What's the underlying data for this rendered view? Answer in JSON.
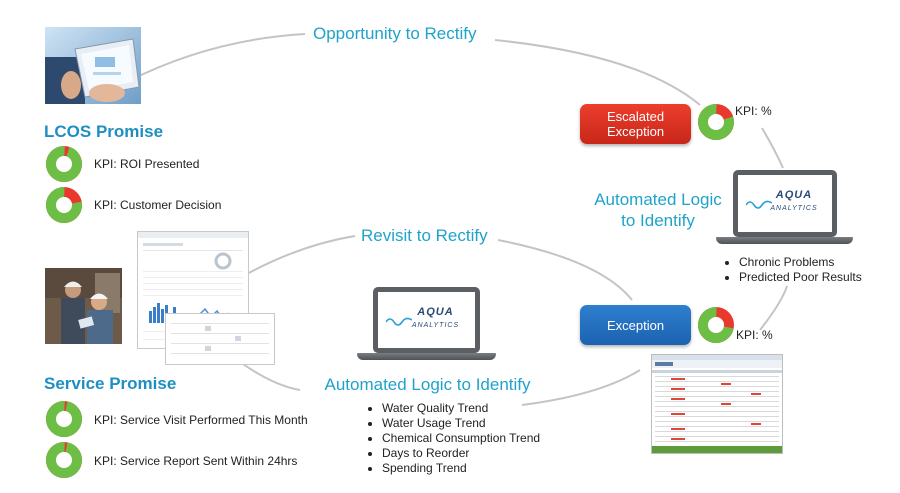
{
  "arcs": {
    "top_label": "Opportunity to Rectify",
    "middle_label": "Revisit to Rectify"
  },
  "lcos": {
    "title": "LCOS Promise",
    "kpis": [
      {
        "label": "KPI: ROI Presented",
        "fraction_green": 0.95
      },
      {
        "label": "KPI: Customer Decision",
        "fraction_green": 0.78
      }
    ]
  },
  "service": {
    "title": "Service Promise",
    "kpis": [
      {
        "label": "KPI: Service Visit Performed This Month",
        "fraction_green": 0.97
      },
      {
        "label": "KPI: Service Report Sent Within 24hrs",
        "fraction_green": 0.97
      }
    ]
  },
  "escalated": {
    "badge": "Escalated Exception",
    "kpi": "KPI: %",
    "fraction_green": 0.8
  },
  "exception": {
    "badge": "Exception",
    "kpi": "KPI: %",
    "fraction_green": 0.72
  },
  "logic_right": {
    "title": "Automated Logic to Identify",
    "bullets": [
      "Chronic Problems",
      "Predicted Poor Results"
    ]
  },
  "logic_center": {
    "title": "Automated Logic to Identify",
    "bullets": [
      "Water Quality Trend",
      "Water Usage Trend",
      "Chemical Consumption Trend",
      "Days to Reorder",
      "Spending Trend"
    ]
  },
  "brand": {
    "name_top": "AQUA",
    "name_bottom": "ANALYTICS"
  },
  "colors": {
    "kpi_green": "#6cbe45",
    "kpi_red": "#e8392c",
    "accent_blue": "#1fa3c9",
    "badge_red": "#d9302a",
    "badge_blue": "#2370c0",
    "connector_gray": "#c4c4c4"
  }
}
